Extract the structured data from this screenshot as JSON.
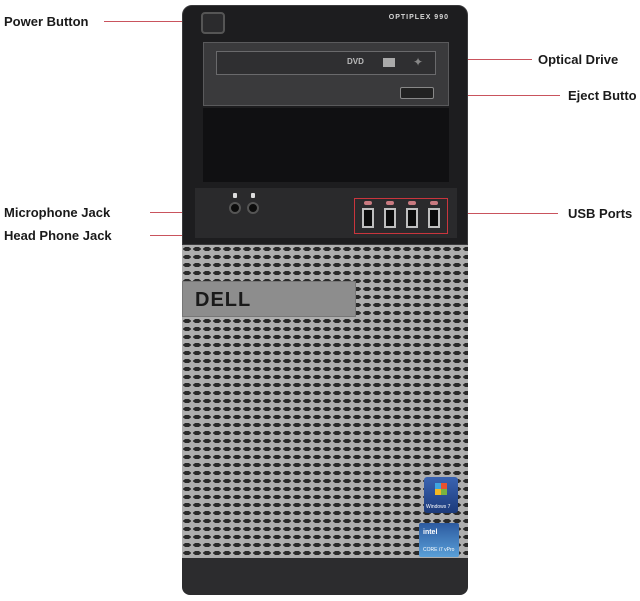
{
  "product": {
    "brand": "DELL",
    "model": "OPTIPLEX 990",
    "optical_logo": "DVD",
    "os_badge": "Windows 7",
    "cpu_badge": "intel",
    "cpu_badge_sub": "CORE i7 vPro"
  },
  "callouts": [
    {
      "label": "Power Button"
    },
    {
      "label": "Optical Drive"
    },
    {
      "label": "Eject Butto"
    },
    {
      "label": "Microphone Jack"
    },
    {
      "label": "Head Phone Jack"
    },
    {
      "label": "USB Ports"
    }
  ],
  "colors": {
    "leader_line": "#c9535d",
    "highlight_box": "#c9353d",
    "bezel": "#1d1d1f",
    "grille": "#aeaeae"
  }
}
